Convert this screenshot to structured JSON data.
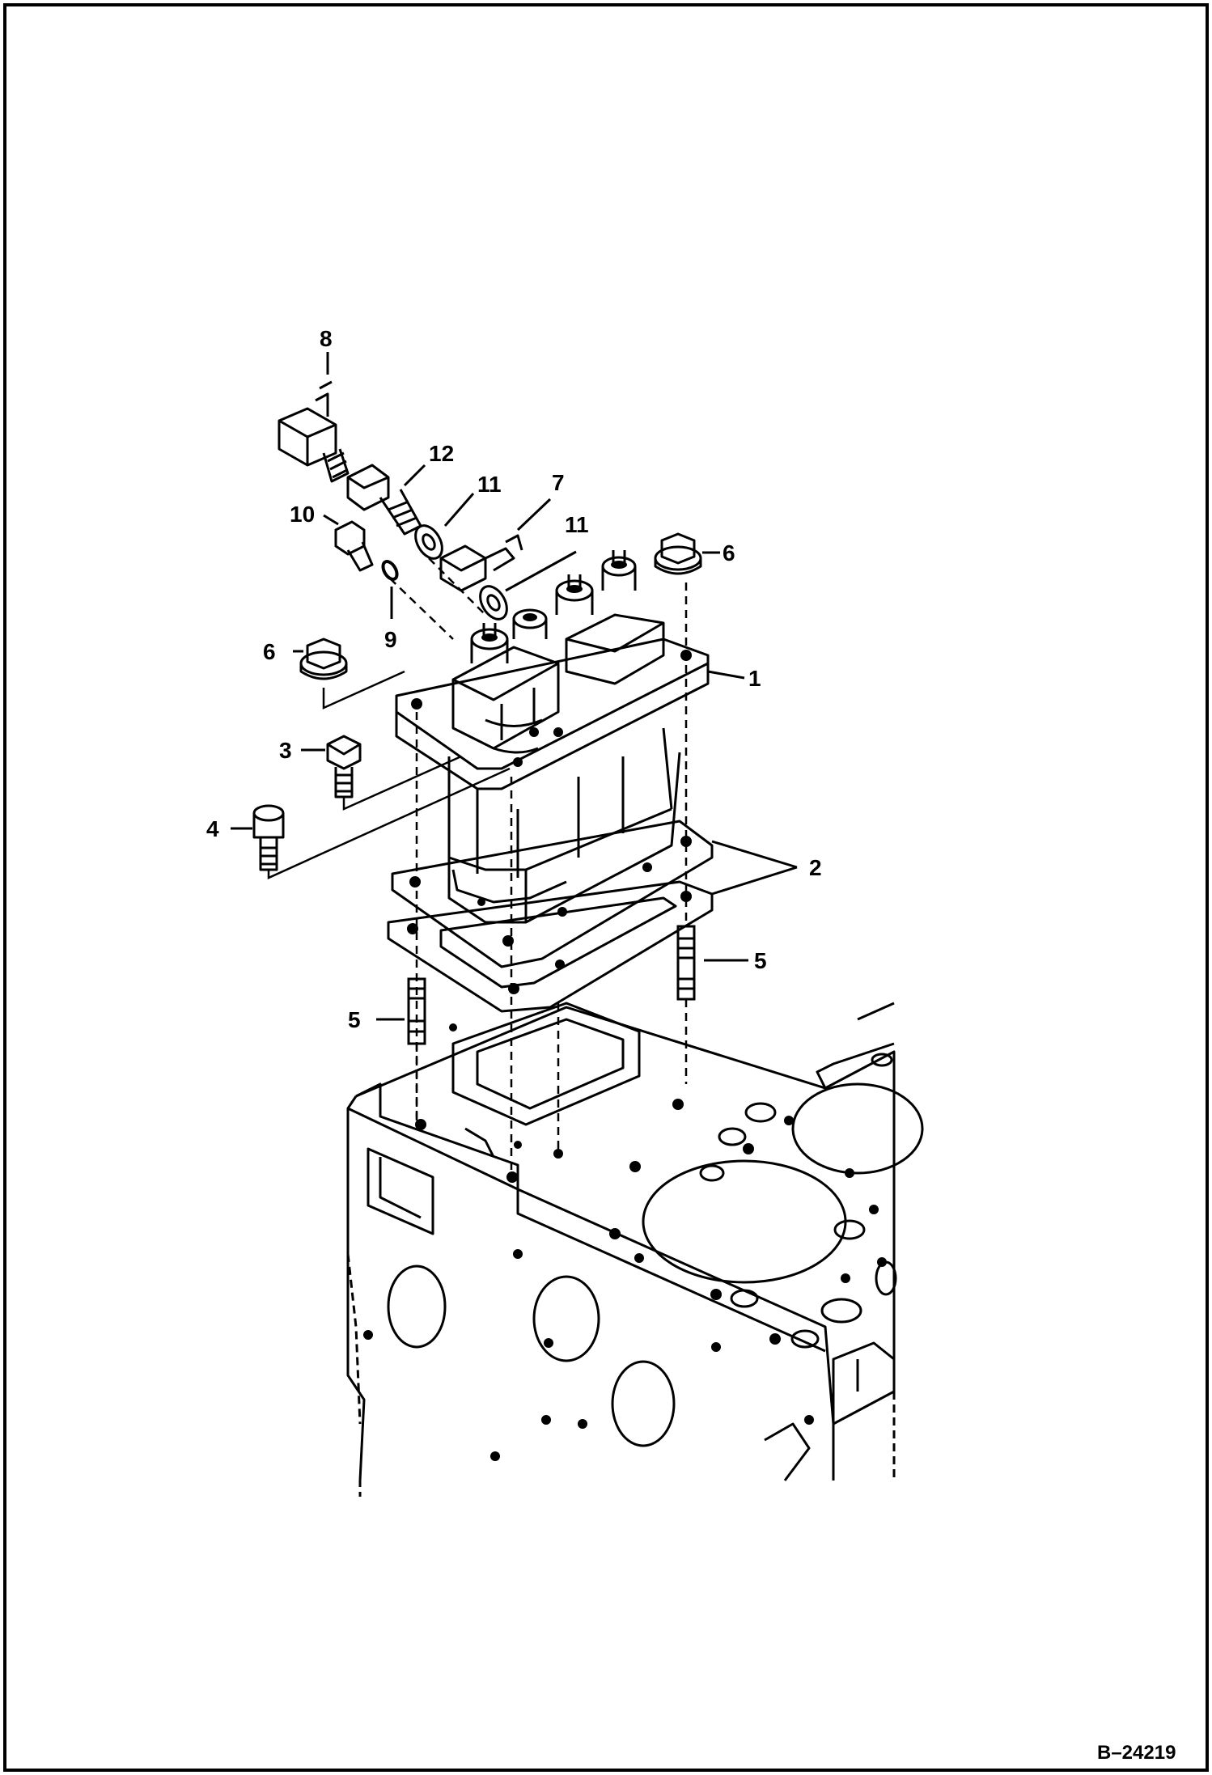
{
  "figure": {
    "figure_id": "B–24219"
  },
  "callouts": [
    {
      "id": "c8",
      "label": "8"
    },
    {
      "id": "c12",
      "label": "12"
    },
    {
      "id": "c11a",
      "label": "11"
    },
    {
      "id": "c7",
      "label": "7"
    },
    {
      "id": "c10",
      "label": "10"
    },
    {
      "id": "c11b",
      "label": "11"
    },
    {
      "id": "c6a",
      "label": "6"
    },
    {
      "id": "c9",
      "label": "9"
    },
    {
      "id": "c6b",
      "label": "6"
    },
    {
      "id": "c1",
      "label": "1"
    },
    {
      "id": "c3",
      "label": "3"
    },
    {
      "id": "c4",
      "label": "4"
    },
    {
      "id": "c2",
      "label": "2"
    },
    {
      "id": "c5a",
      "label": "5"
    },
    {
      "id": "c5b",
      "label": "5"
    }
  ],
  "colors": {
    "ink": "#000000",
    "paper": "#ffffff"
  }
}
